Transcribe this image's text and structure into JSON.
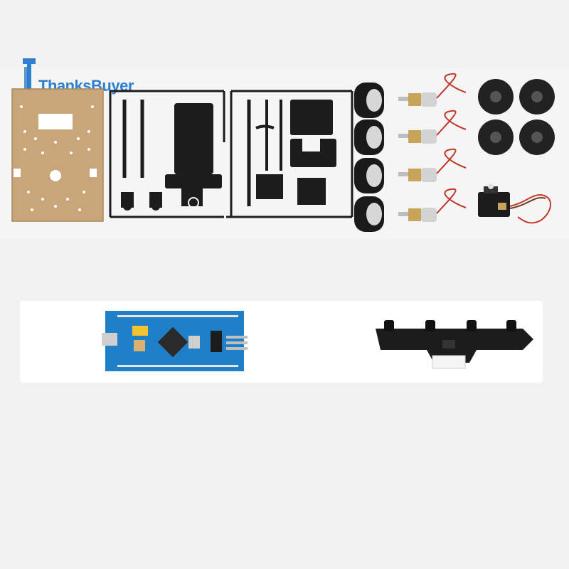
{
  "brand": {
    "name": "ThanksBuyer",
    "color": "#2f7fd1"
  },
  "scene": {
    "description_items": [
      "acrylic-base-plate",
      "black-frame-sprue-left",
      "black-frame-sprue-right",
      "rubber-wheels-x4",
      "geared-dc-motors-x4",
      "mecanum-wheels-x4",
      "servo-motor",
      "stm32-blue-pill-board",
      "line-tracking-sensor-board"
    ]
  },
  "colors": {
    "background": "#f2f2f2",
    "acrylic": "#c9a57a",
    "plastic_black": "#1c1c1c",
    "board_blue": "#1f7fc7",
    "motor_gold": "#c8a45a",
    "wire_red": "#c0392b"
  }
}
